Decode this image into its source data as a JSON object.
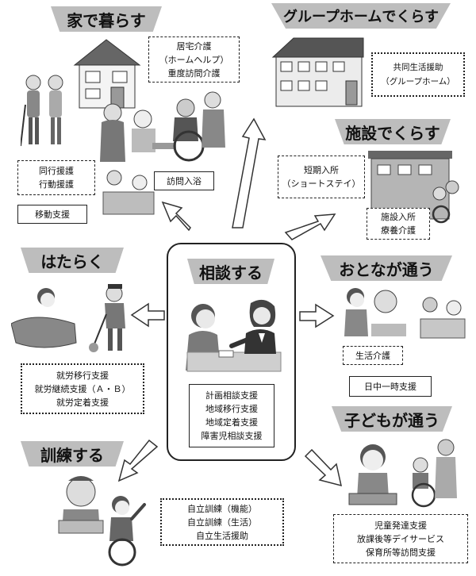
{
  "center": {
    "title": "相談する",
    "items": [
      "計画相談支援",
      "地域移行支援",
      "地域定着支援",
      "障害児相談支援"
    ]
  },
  "home": {
    "title": "家で暮らす",
    "box1": [
      "居宅介護",
      "（ホームヘルプ）",
      "重度訪問介護"
    ],
    "box2": [
      "同行援護",
      "行動援護"
    ],
    "box3": "訪問入浴",
    "box4": "移動支援"
  },
  "group_home": {
    "title": "グループホームでくらす",
    "box": [
      "共同生活援助",
      "（グループホーム）"
    ]
  },
  "facility": {
    "title": "施設でくらす",
    "box1": [
      "短期入所",
      "（ショートステイ）"
    ],
    "box2": [
      "施設入所",
      "療養介護"
    ]
  },
  "work": {
    "title": "はたらく",
    "box": [
      "就労移行支援",
      "就労継続支援（Ａ・Ｂ）",
      "就労定着支援"
    ]
  },
  "day": {
    "title": "おとなが通う",
    "box1": "生活介護",
    "box2": "日中一時支援"
  },
  "children": {
    "title": "子どもが通う",
    "box": [
      "児童発達支援",
      "放課後等デイサービス",
      "保育所等訪問支援"
    ]
  },
  "training": {
    "title": "訓練する",
    "box": [
      "自立訓練（機能）",
      "自立訓練（生活）",
      "自立生活援助"
    ]
  }
}
